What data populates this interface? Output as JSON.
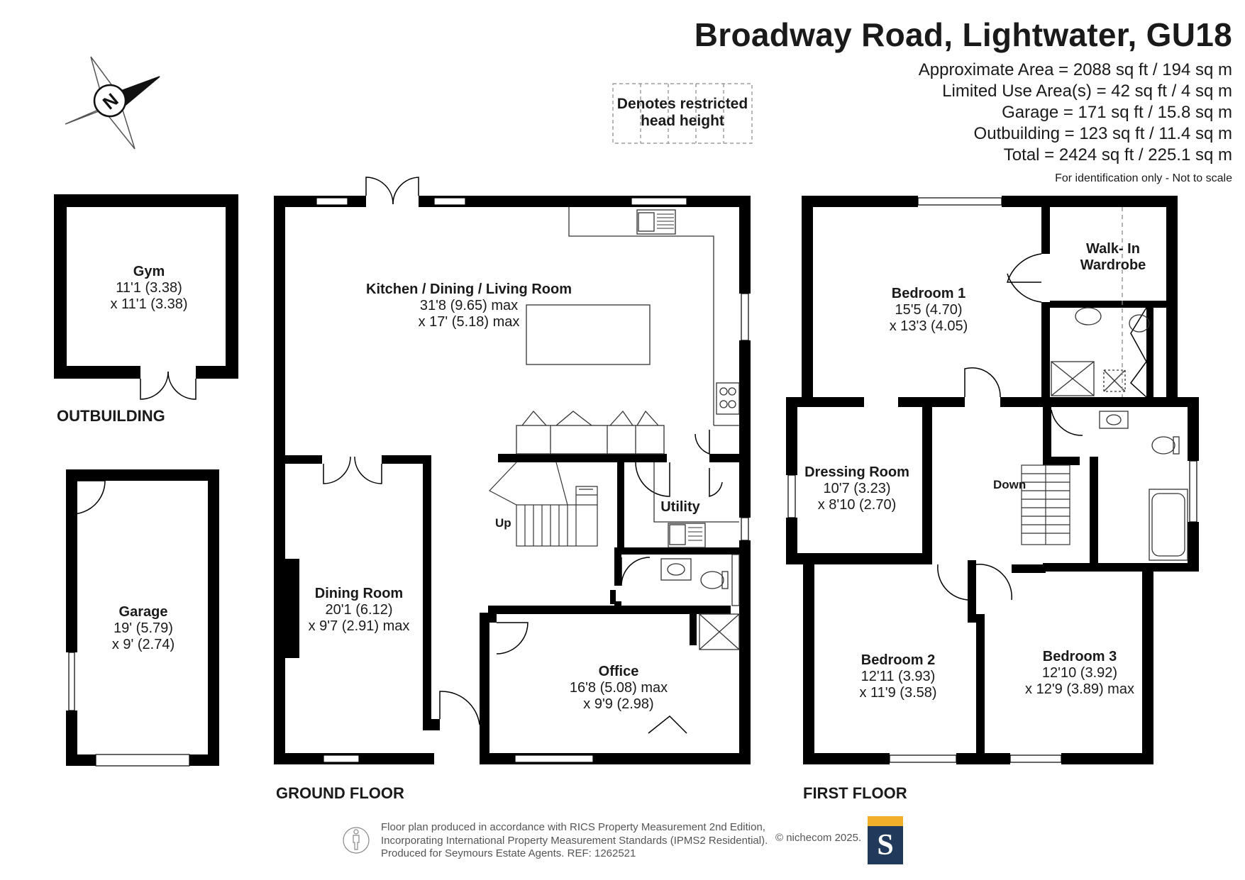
{
  "header": {
    "title": "Broadway Road, Lightwater, GU18",
    "areas": [
      "Approximate Area = 2088 sq ft / 194 sq m",
      "Limited Use Area(s) = 42 sq ft / 4 sq m",
      "Garage = 171 sq ft / 15.8 sq m",
      "Outbuilding = 123 sq ft / 11.4 sq m",
      "Total = 2424 sq ft / 225.1 sq m"
    ],
    "note": "For identification only - Not to scale"
  },
  "legend": {
    "line1": "Denotes restricted",
    "line2": "head height"
  },
  "compass": {
    "letter": "N",
    "icon": "compass-north-icon"
  },
  "sections": {
    "outbuilding": "OUTBUILDING",
    "ground_floor": "GROUND FLOOR",
    "first_floor": "FIRST FLOOR"
  },
  "rooms": {
    "gym": {
      "name": "Gym",
      "dim1": "11'1 (3.38)",
      "dim2": "x 11'1 (3.38)"
    },
    "garage": {
      "name": "Garage",
      "dim1": "19' (5.79)",
      "dim2": "x 9' (2.74)"
    },
    "kitchen": {
      "name": "Kitchen / Dining / Living Room",
      "dim1": "31'8 (9.65) max",
      "dim2": "x 17' (5.18) max"
    },
    "dining": {
      "name": "Dining Room",
      "dim1": "20'1 (6.12)",
      "dim2": "x 9'7 (2.91) max"
    },
    "office": {
      "name": "Office",
      "dim1": "16'8 (5.08) max",
      "dim2": "x 9'9 (2.98)"
    },
    "utility": {
      "name": "Utility"
    },
    "bedroom1": {
      "name": "Bedroom 1",
      "dim1": "15'5 (4.70)",
      "dim2": "x 13'3 (4.05)"
    },
    "walkin": {
      "name": "Walk- In",
      "name2": "Wardrobe"
    },
    "dressing": {
      "name": "Dressing Room",
      "dim1": "10'7 (3.23)",
      "dim2": "x 8'10 (2.70)"
    },
    "bedroom2": {
      "name": "Bedroom 2",
      "dim1": "12'11 (3.93)",
      "dim2": "x 11'9 (3.58)"
    },
    "bedroom3": {
      "name": "Bedroom 3",
      "dim1": "12'10 (3.92)",
      "dim2": "x 12'9 (3.89) max"
    }
  },
  "stairs": {
    "up": "Up",
    "down": "Down"
  },
  "footer": {
    "line1": "Floor plan produced in accordance with RICS Property Measurement 2nd Edition,",
    "line2": "Incorporating International Property Measurement Standards (IPMS2 Residential).",
    "line3": "Produced for Seymours Estate Agents.   REF: 1262521",
    "copyright": "© nichecom 2025.",
    "logo_letter": "S"
  },
  "colors": {
    "wall": "#000000",
    "fixture": "#333333",
    "logo_navy": "#213a5c",
    "logo_gold": "#f2b02a"
  }
}
